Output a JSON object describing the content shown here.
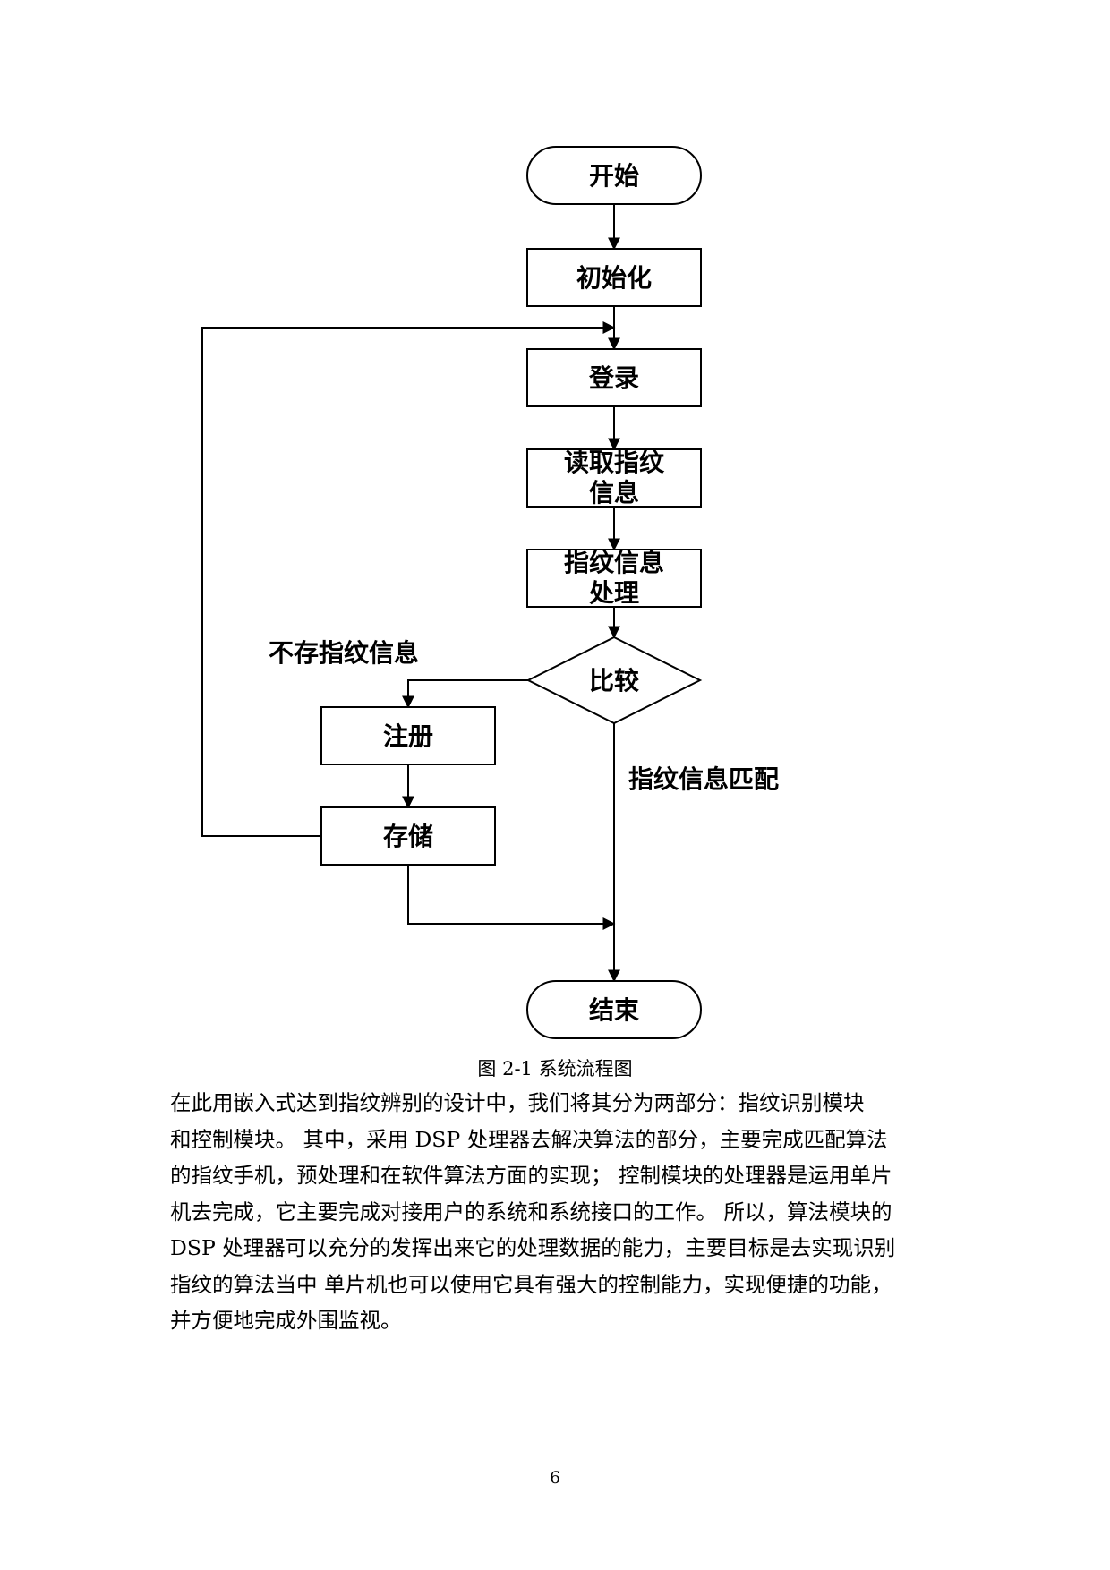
{
  "flowchart": {
    "start": "开始",
    "init": "初始化",
    "login": "登录",
    "read_fp_line1": "读取指纹",
    "read_fp_line2": "信息",
    "process_fp_line1": "指纹信息",
    "process_fp_line2": "处理",
    "compare": "比较",
    "no_fp_label": "不存指纹信息",
    "register": "注册",
    "store": "存储",
    "match_label": "指纹信息匹配",
    "end": "结束"
  },
  "caption": "图 2-1  系统流程图",
  "paragraph": [
    "在此用嵌入式达到指纹辨别的设计中，我们将其分为两部分：指纹识别模块",
    "和控制模块。 其中，采用 DSP 处理器去解决算法的部分，主要完成匹配算法",
    "的指纹手机，预处理和在软件算法方面的实现； 控制模块的处理器是运用单片",
    "机去完成，它主要完成对接用户的系统和系统接口的工作。 所以，算法模块的",
    "DSP 处理器可以充分的发挥出来它的处理数据的能力，主要目标是去实现识别",
    "指纹的算法当中 单片机也可以使用它具有强大的控制能力，实现便捷的功能，",
    "并方便地完成外围监视。"
  ],
  "page_number": "6"
}
